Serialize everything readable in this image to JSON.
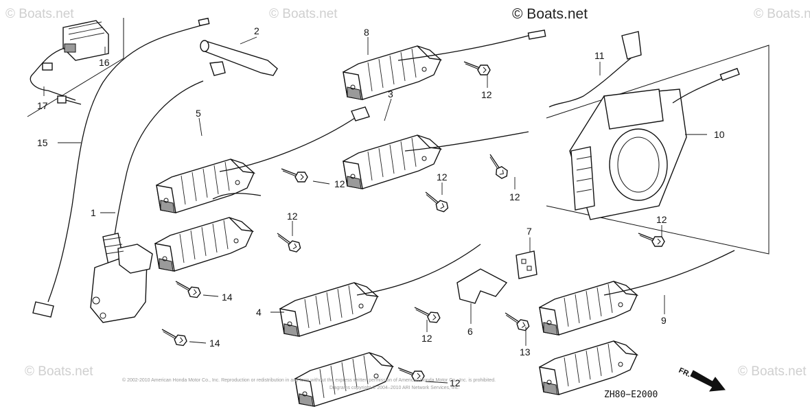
{
  "watermark": {
    "main": "© Boats.net",
    "faint": "© Boats.net"
  },
  "diagram_code": "ZH80−E2000",
  "front_indicator": "FR.",
  "copyright_line_1": "© 2002-2010 American Honda Motor Co., Inc. Reproduction or redistribution in any form without the express written permission of American Honda Motor Co., Inc. is prohibited.",
  "copyright_line_2": "Diagrams copyright © 2004–2010 ARI Network Services, Inc.",
  "callouts": {
    "c1": "1",
    "c2": "2",
    "c3": "3",
    "c4": "4",
    "c5": "5",
    "c6": "6",
    "c7": "7",
    "c8": "8",
    "c9": "9",
    "c10": "10",
    "c11": "11",
    "c12a": "12",
    "c12b": "12",
    "c12c": "12",
    "c12d": "12",
    "c12e": "12",
    "c12f": "12",
    "c12g": "12",
    "c12h": "12",
    "c13": "13",
    "c14a": "14",
    "c14b": "14",
    "c15": "15",
    "c16": "16",
    "c17": "17"
  }
}
